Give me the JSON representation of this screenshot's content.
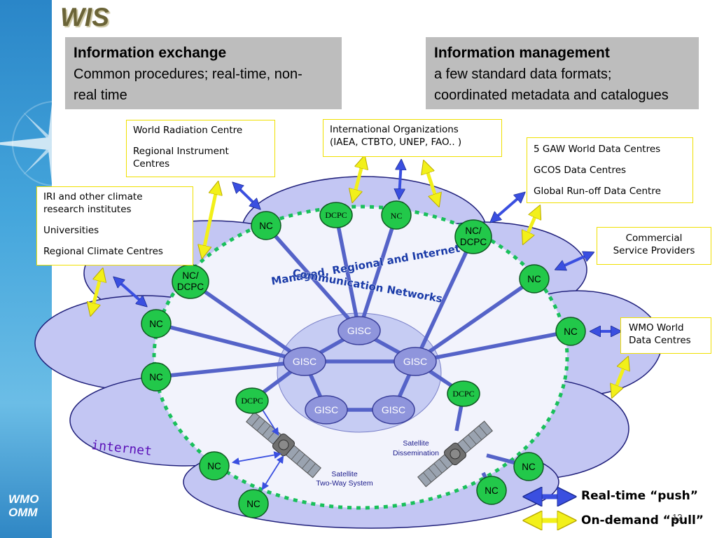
{
  "slide": {
    "title": "WIS",
    "logo_line1": "WMO",
    "logo_line2": "OMM",
    "page_number": "12"
  },
  "info_exchange": {
    "heading": "Information exchange",
    "line1": "Common procedures; real-time, non-",
    "line2": "real time"
  },
  "info_management": {
    "heading": "Information management",
    "line1": "a few standard data formats;",
    "line2": "coordinated metadata and catalogues"
  },
  "boxes": {
    "radiation": [
      "World Radiation Centre",
      "Regional Instrument",
      "Centres"
    ],
    "intl_orgs": [
      "International Organizations",
      "(IAEA, CTBTO, UNEP, FAO.. )"
    ],
    "gaw": [
      "5 GAW World Data Centres",
      "GCOS Data Centres",
      "Global Run-off Data Centre"
    ],
    "iri": [
      "IRI and other climate",
      "research institutes",
      "Universities",
      "Regional Climate Centres"
    ],
    "commercial": [
      "Commercial",
      "Service Providers"
    ],
    "wmo_wdc": [
      "WMO World",
      "Data Centres"
    ]
  },
  "network": {
    "label_line1": "Managed, Regional and Internet",
    "label_line2": "Communication Networks",
    "internet_label": "internet",
    "satellite_dissemination": [
      "Satellite",
      "Dissemination"
    ],
    "satellite_two_way": [
      "Satellite",
      "Two-Way System"
    ]
  },
  "nodes": {
    "gisc": "GISC",
    "nc": "NC",
    "dcpc": "DCPC",
    "nc_dcpc_line1": "NC/",
    "nc_dcpc_line2": "DCPC"
  },
  "legend": {
    "push": "Real-time “push”",
    "pull": "On-demand “pull”"
  },
  "colors": {
    "sidebar_blue": "#3f9fda",
    "cloud_fill": "#c3c6f3",
    "node_green": "#22c84a",
    "gisc_fill": "#8f95dc",
    "push_arrow": "#3a4fe0",
    "pull_arrow": "#f2f01a",
    "network_text": "#1a3aa8"
  }
}
